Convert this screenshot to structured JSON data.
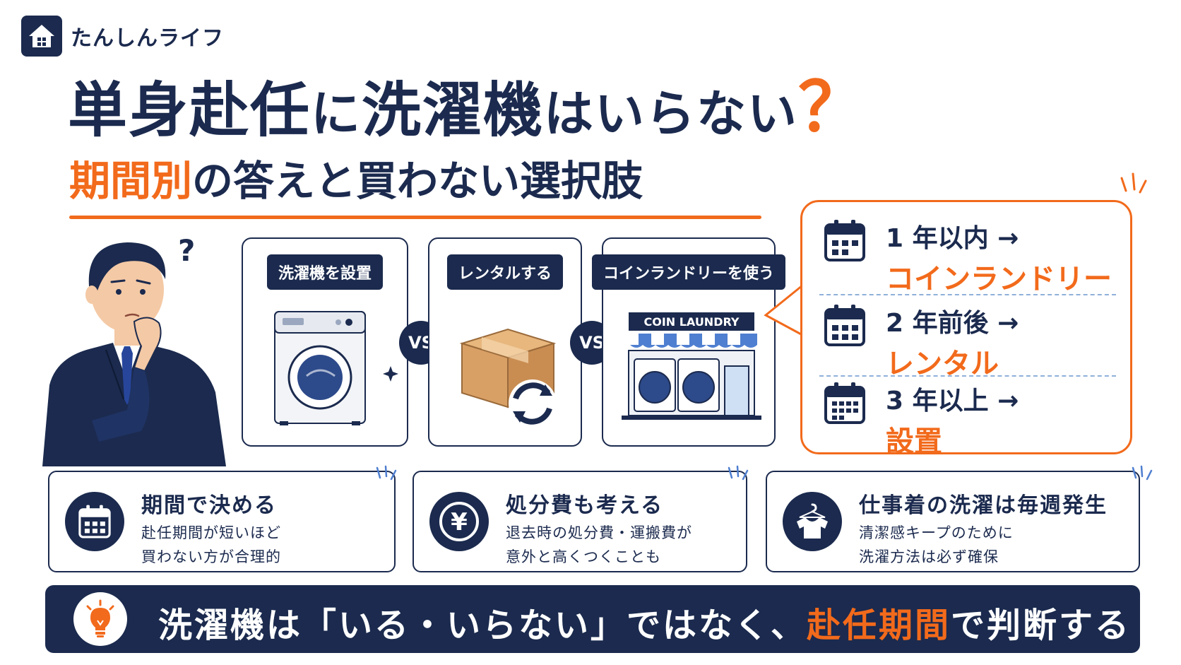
{
  "brand": {
    "name": "たんしんライフ"
  },
  "title": {
    "p1": "単身赴任",
    "p2": "に",
    "p3": "洗濯機",
    "p4": "はいらない",
    "q": "？"
  },
  "subtitle": {
    "highlight": "期間別",
    "rest": "の答えと買わない選択肢"
  },
  "options": [
    {
      "label": "洗濯機を設置",
      "icon": "washing-machine-icon"
    },
    {
      "label": "レンタルする",
      "icon": "rental-box-icon"
    },
    {
      "label": "コインランドリーを使う",
      "icon": "laundromat-icon",
      "sign": "COIN LAUNDRY"
    }
  ],
  "vs_label": "VS",
  "periods": [
    {
      "duration": "1 年以内 →",
      "answer": "コインランドリー"
    },
    {
      "duration": "2 年前後 →",
      "answer": "レンタル"
    },
    {
      "duration": "3 年以上 →",
      "answer": "設置"
    }
  ],
  "info_cards": [
    {
      "title": "期間で決める",
      "desc1": "赴任期間が短いほど",
      "desc2": "買わない方が合理的",
      "icon": "calendar-icon"
    },
    {
      "title": "処分費も考える",
      "desc1": "退去時の処分費・運搬費が",
      "desc2": "意外と高くつくことも",
      "icon": "yen-icon"
    },
    {
      "title": "仕事着の洗濯は毎週発生",
      "desc1": "清潔感キープのために",
      "desc2": "洗濯方法は必ず確保",
      "icon": "shirt-icon"
    }
  ],
  "conclusion": {
    "pre": "洗濯機は「いる・いらない」ではなく、",
    "highlight": "赴任期間",
    "post": "で判断する"
  },
  "colors": {
    "navy": "#1b2a4e",
    "orange": "#f26a1b"
  }
}
